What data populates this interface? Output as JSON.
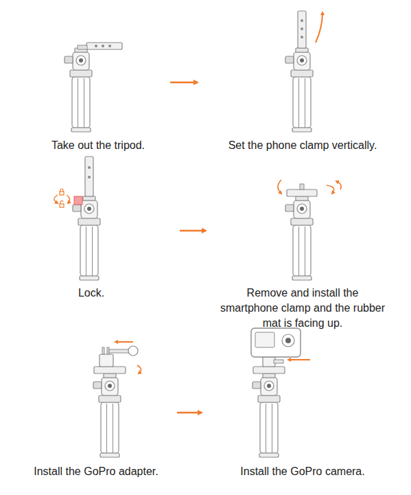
{
  "diagram": {
    "labels": [
      "Take out the tripod.",
      "Set the phone clamp vertically.",
      "Lock.",
      "Remove and install the smartphone clamp and the rubber mat is facing up.",
      "Install the GoPro adapter.",
      "Install the GoPro camera."
    ]
  }
}
